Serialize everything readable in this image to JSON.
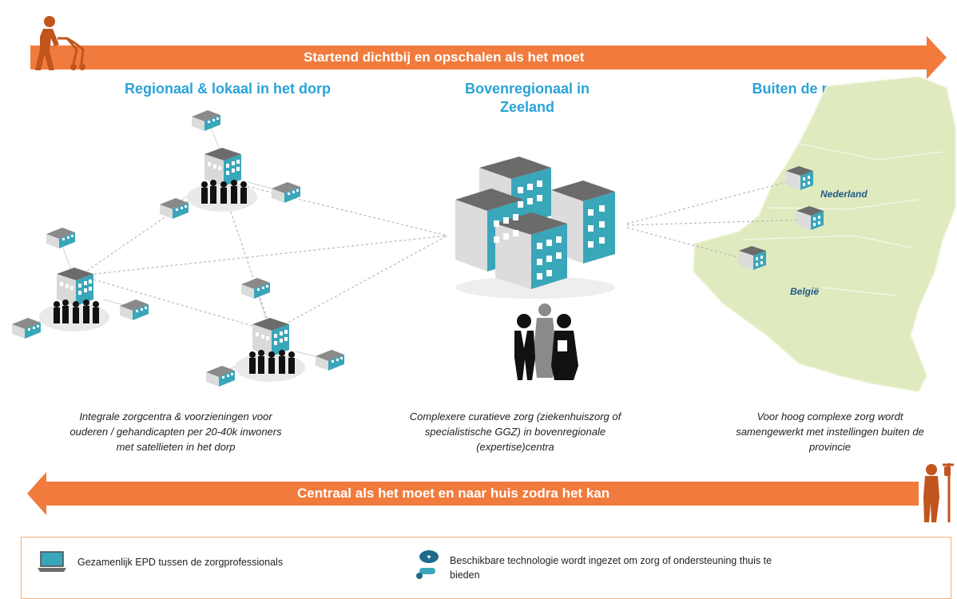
{
  "colors": {
    "arrow": "#f07b3c",
    "heading": "#2aa3d8",
    "building_teal": "#3aa6b9",
    "building_roof": "#6b6b6b",
    "map_fill": "#dfeabf"
  },
  "top_arrow": {
    "label": "Startend dichtbij en opschalen als het moet"
  },
  "bottom_arrow": {
    "label": "Centraal als het moet en naar huis zodra het kan"
  },
  "columns": [
    {
      "heading": "Regionaal & lokaal in het dorp",
      "caption_lines": [
        "Integrale zorgcentra & voorzieningen voor",
        "ouderen / gehandicapten per 20-40k inwoners",
        "met satellieten in het dorp"
      ]
    },
    {
      "heading_lines": [
        "Bovenregionaal in",
        "Zeeland"
      ],
      "caption_lines": [
        "Complexere curatieve zorg (ziekenhuiszorg of",
        "specialistische GGZ) in bovenregionale",
        "(expertise)centra"
      ]
    },
    {
      "heading": "Buiten de provincie",
      "caption_lines": [
        "Voor hoog complexe zorg wordt",
        "samengewerkt met instellingen buiten de",
        "provincie"
      ]
    }
  ],
  "map": {
    "label_nl": "Nederland",
    "label_be": "België"
  },
  "legend": {
    "item1": "Gezamenlijk EPD tussen de zorgprofessionals",
    "item2_line1": "Beschikbare technologie wordt ingezet om zorg of ondersteuning thuis te",
    "item2_line2": "bieden"
  },
  "icons": [
    "elderly-person-walker-icon",
    "patient-iv-drip-icon",
    "laptop-icon",
    "health-technology-icon",
    "hospital-building-icon",
    "satellite-house-icon",
    "people-group-icon",
    "doctors-group-icon"
  ]
}
